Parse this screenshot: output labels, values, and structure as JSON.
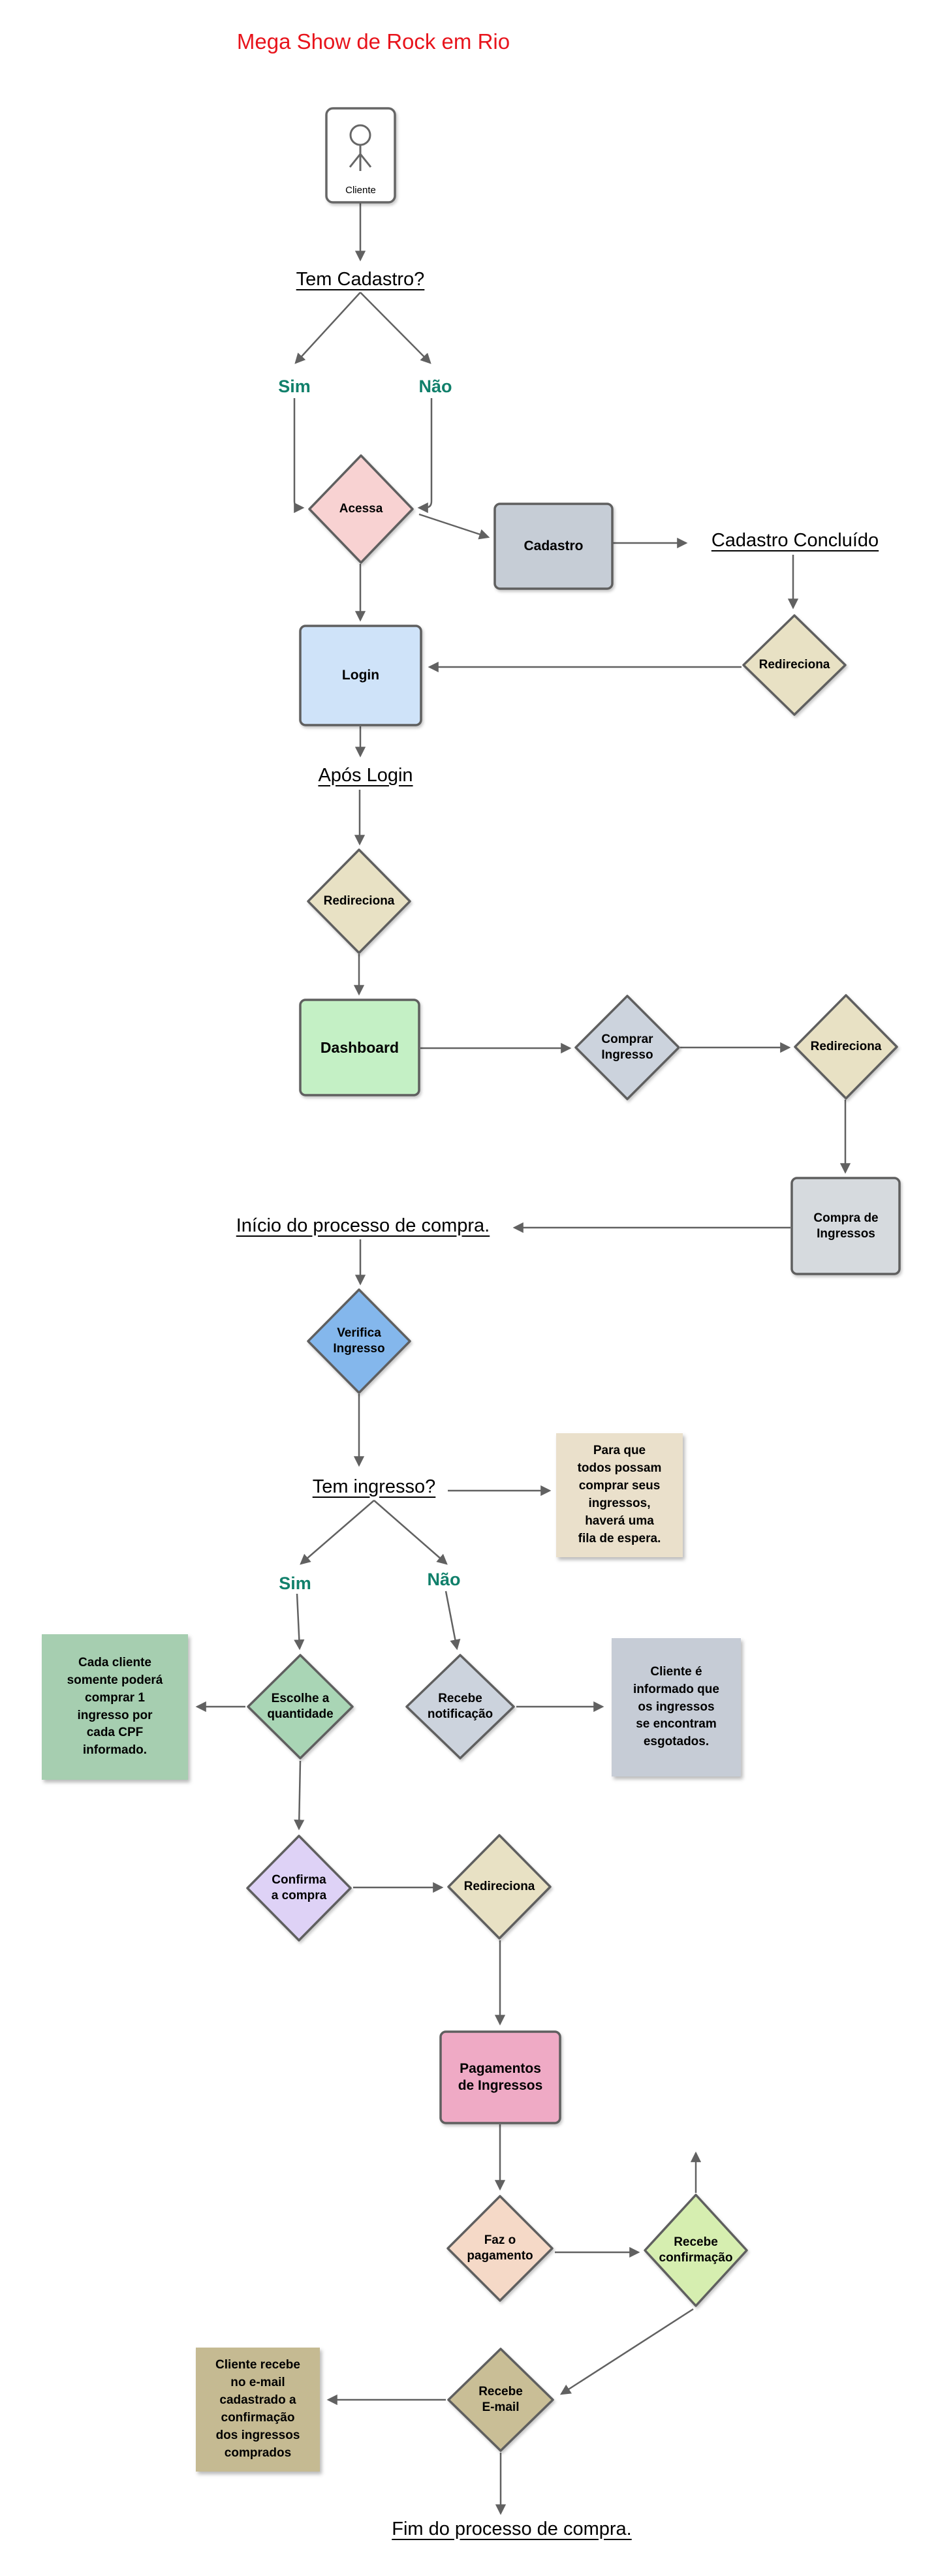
{
  "diagram": {
    "title": "Mega Show de Rock em Rio",
    "nodes": {
      "cliente": "Cliente",
      "tem_cadastro": "Tem Cadastro?",
      "sim": "Sim",
      "nao": "Não",
      "acessa": "Acessa",
      "cadastro": "Cadastro",
      "cadastro_concluido": "Cadastro Concluído",
      "redireciona": "Redireciona",
      "login": "Login",
      "apos_login": "Após Login",
      "dashboard": "Dashboard",
      "comprar_ingresso": "Comprar\nIngresso",
      "compra_de_ingressos": "Compra de\nIngressos",
      "inicio_processo": "Início do processo de compra.",
      "verifica_ingresso": "Verifica\nIngresso",
      "tem_ingresso": "Tem ingresso?",
      "escolhe_quantidade": "Escolhe a\nquantidade",
      "recebe_notificacao": "Recebe\nnotificação",
      "confirma_compra": "Confirma\na compra",
      "pagamentos_ingressos": "Pagamentos\nde Ingressos",
      "faz_pagamento": "Faz o\npagamento",
      "recebe_confirmacao": "Recebe\nconfirmação",
      "recebe_email": "Recebe\nE-mail",
      "fim_processo": "Fim do processo de compra."
    },
    "notes": {
      "fila_espera": "Para que\ntodos possam\ncomprar seus\ningressos,\nhaverá uma\nfila de espera.",
      "limite_cpf": "Cada cliente\nsomente poderá\ncomprar 1\ningresso por\ncada CPF\ninformado.",
      "esgotados": "Cliente é\ninformado que\nos ingressos\nse encontram\nesgotados.",
      "email_confirmacao": "Cliente recebe\nno e-mail\ncadastrado a\nconfirmação\ndos ingressos\ncomprados"
    },
    "colors": {
      "title_red": "#e8141c",
      "branch_teal": "#11806b",
      "line_gray": "#616161",
      "border_gray": "#5f5f5f",
      "actor_white": "#ffffff",
      "pink_diamond": "#f8d2d2",
      "tan_diamond": "#e8e1c4",
      "gray_diamond": "#ccd3dd",
      "blue_diamond": "#84b7ec",
      "green_diamond": "#a9d5b5",
      "purple_diamond": "#ded2f6",
      "peach_diamond": "#f5d9c7",
      "lightgreen_diamond": "#d6eeb0",
      "khaki_diamond": "#c9be96",
      "gray_box": "#c6cdd6",
      "blue_box": "#cfe3f9",
      "green_box": "#c4f0c5",
      "lightgray_box": "#d6dade",
      "pink_box": "#efaac5",
      "note_tan": "#eae0cb",
      "note_green": "#a6ceb0",
      "note_gray": "#c6ccd6",
      "note_khaki": "#c5ba92"
    }
  }
}
